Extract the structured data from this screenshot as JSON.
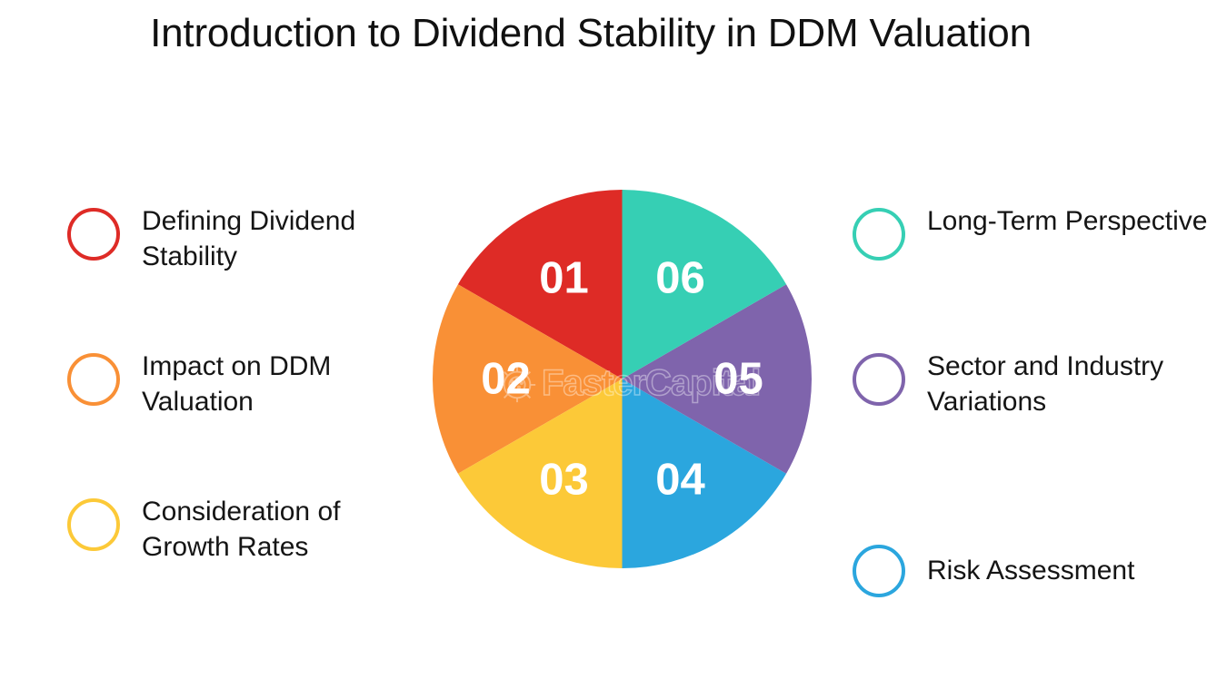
{
  "title": "Introduction to Dividend Stability in DDM Valuation",
  "watermark": {
    "text": "FasterCapital",
    "logo_icon": "gear-logo-icon"
  },
  "legend": {
    "left": [
      {
        "number": "01",
        "label": "Defining Dividend Stability",
        "color": "#DE2B26",
        "bullet_icon": "circle-outline-icon"
      },
      {
        "number": "02",
        "label": "Impact on DDM Valuation",
        "color": "#F99036",
        "bullet_icon": "circle-outline-icon"
      },
      {
        "number": "03",
        "label": "Consideration of Growth Rates",
        "color": "#FCC938",
        "bullet_icon": "circle-outline-icon"
      }
    ],
    "right": [
      {
        "number": "06",
        "label": "Long-Term Perspective",
        "color": "#36CFB4",
        "bullet_icon": "circle-outline-icon"
      },
      {
        "number": "05",
        "label": "Sector and Industry Variations",
        "color": "#7F64AC",
        "bullet_icon": "circle-outline-icon"
      },
      {
        "number": "04",
        "label": "Risk Assessment",
        "color": "#2BA6DE",
        "bullet_icon": "circle-outline-icon"
      }
    ]
  },
  "chart_data": {
    "type": "pie",
    "title": "Introduction to Dividend Stability in DDM Valuation",
    "categories": [
      "Defining Dividend Stability",
      "Impact on DDM Valuation",
      "Consideration of Growth Rates",
      "Risk Assessment",
      "Sector and Industry Variations",
      "Long-Term Perspective"
    ],
    "labels": [
      "01",
      "02",
      "03",
      "04",
      "05",
      "06"
    ],
    "values": [
      1,
      1,
      1,
      1,
      1,
      1
    ],
    "percentages": [
      16.67,
      16.67,
      16.67,
      16.67,
      16.67,
      16.67
    ],
    "colors": [
      "#DE2B26",
      "#F99036",
      "#FCC938",
      "#2BA6DE",
      "#7F64AC",
      "#36CFB4"
    ],
    "slice_angles_deg": [
      60,
      60,
      60,
      60,
      60,
      60
    ],
    "start_angle_deg": 0,
    "direction": "counterclockwise",
    "legend": "flanking-left-and-right",
    "grid": false,
    "xlabel": "",
    "ylabel": "",
    "slices": [
      {
        "label": "01",
        "name": "Defining Dividend Stability",
        "color": "#DE2B26",
        "start_deg": 300,
        "end_deg": 360,
        "value": 16.67
      },
      {
        "label": "02",
        "name": "Impact on DDM Valuation",
        "color": "#F99036",
        "start_deg": 240,
        "end_deg": 300,
        "value": 16.67
      },
      {
        "label": "03",
        "name": "Consideration of Growth Rates",
        "color": "#FCC938",
        "start_deg": 180,
        "end_deg": 240,
        "value": 16.67
      },
      {
        "label": "04",
        "name": "Risk Assessment",
        "color": "#2BA6DE",
        "start_deg": 120,
        "end_deg": 180,
        "value": 16.67
      },
      {
        "label": "05",
        "name": "Sector and Industry Variations",
        "color": "#7F64AC",
        "start_deg": 60,
        "end_deg": 120,
        "value": 16.67
      },
      {
        "label": "06",
        "name": "Long-Term Perspective",
        "color": "#36CFB4",
        "start_deg": 0,
        "end_deg": 60,
        "value": 16.67
      }
    ]
  }
}
